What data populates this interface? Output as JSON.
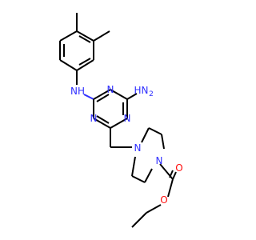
{
  "molecule": {
    "colors": {
      "carbon_bond": "#000000",
      "nitrogen": "#3030ff",
      "oxygen": "#ff0d0d",
      "background": "#ffffff"
    },
    "labels": {
      "anilino_nh": "NH",
      "amino_h": "H",
      "amino_n": "N",
      "amino_sub": "2",
      "triazine_n1": "N",
      "triazine_n3": "N",
      "triazine_n5": "N",
      "piperazine_n1": "N",
      "piperazine_n4": "N",
      "carbonyl_o": "O",
      "ester_o": "O"
    }
  }
}
